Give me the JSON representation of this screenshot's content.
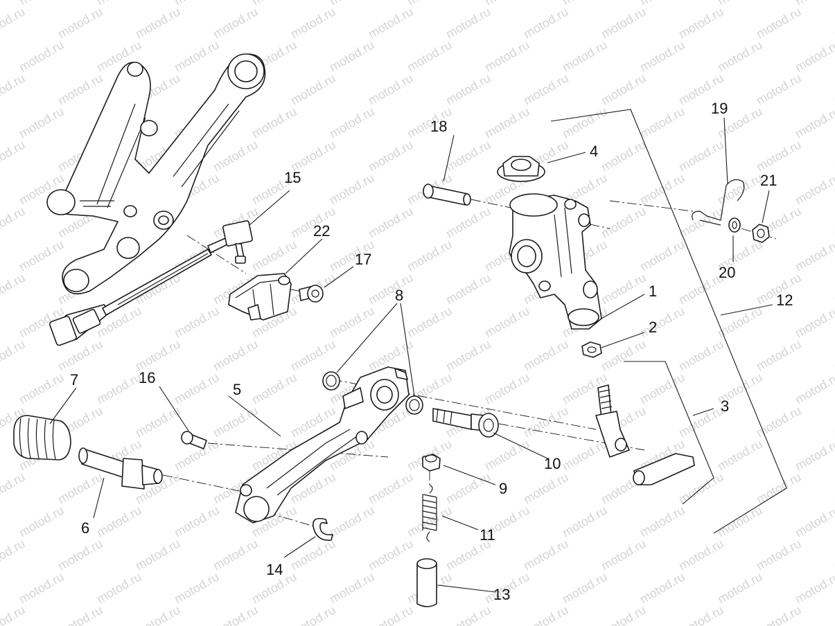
{
  "watermark": {
    "text": "motod.ru"
  },
  "callouts": {
    "c1": "1",
    "c2": "2",
    "c3": "3",
    "c4": "4",
    "c5": "5",
    "c6": "6",
    "c7": "7",
    "c8": "8",
    "c9": "9",
    "c10": "10",
    "c11": "11",
    "c12": "12",
    "c13": "13",
    "c14": "14",
    "c15": "15",
    "c16": "16",
    "c17": "17",
    "c18": "18",
    "c19": "19",
    "c20": "20",
    "c21": "21",
    "c22": "22"
  },
  "colors": {
    "line": "#1a1a1a",
    "watermark": "#d4d4d4",
    "background": "#ffffff"
  }
}
